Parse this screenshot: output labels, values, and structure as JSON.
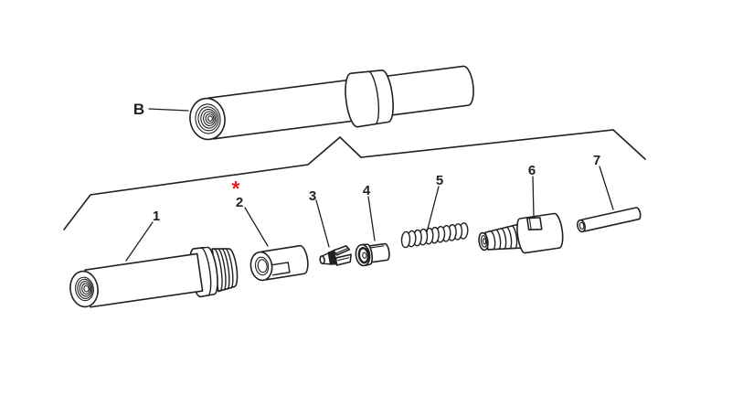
{
  "diagram": {
    "background_color": "#ffffff",
    "line_color": "#231f20",
    "marker_color": "#ed1c24",
    "assembled_view": {
      "label": "B"
    },
    "exploded_view": {
      "footnote_marker": "*",
      "part_labels": [
        "1",
        "2",
        "3",
        "4",
        "5",
        "6",
        "7"
      ]
    }
  }
}
